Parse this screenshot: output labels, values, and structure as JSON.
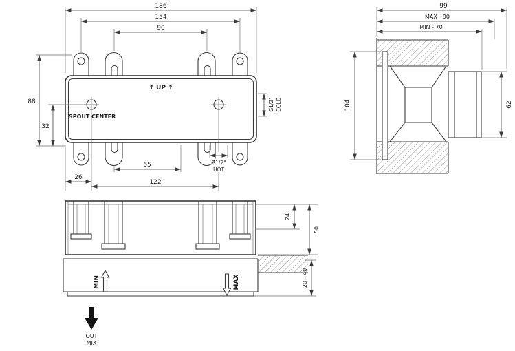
{
  "drawing": {
    "front_view": {
      "dims": {
        "d186": "186",
        "d154": "154",
        "d90": "90",
        "d88": "88",
        "d32": "32",
        "d65": "65",
        "d26": "26",
        "d122": "122"
      },
      "labels": {
        "up": "↑ UP ↑",
        "spout_center": "SPOUT CENTER",
        "cold_thread": "G1/2\"",
        "cold": "COLD",
        "hot_thread": "G1/2\"",
        "hot": "HOT"
      }
    },
    "side_view": {
      "dims": {
        "d99": "99",
        "dmax": "MAX - 90",
        "dmin": "MIN - 70",
        "d104": "104",
        "d62": "62"
      }
    },
    "bottom_view": {
      "dims": {
        "d24": "24",
        "d50": "50",
        "dwall": "20 - 40"
      },
      "labels": {
        "min": "MIN",
        "max": "MAX",
        "out": "OUT",
        "mix": "MIX"
      }
    },
    "colors": {
      "line": "#3a3a3a",
      "text": "#1b1b1b",
      "hatch": "#7a7a7a"
    }
  }
}
